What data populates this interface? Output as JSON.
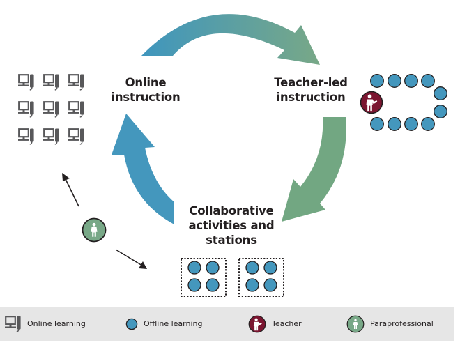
{
  "diagram": {
    "title": "Station rotation cycle",
    "stages": [
      {
        "id": "online",
        "lines": [
          "Online",
          "instruction"
        ]
      },
      {
        "id": "teacher_led",
        "lines": [
          "Teacher-led",
          "instruction"
        ]
      },
      {
        "id": "collaborative",
        "lines": [
          "Collaborative",
          "activities and",
          "stations"
        ]
      }
    ],
    "flow": [
      {
        "from": "online",
        "to": "teacher_led",
        "color_start": "#3f96be",
        "color_end": "#78a887"
      },
      {
        "from": "teacher_led",
        "to": "collaborative",
        "color": "#72a782"
      },
      {
        "from": "collaborative",
        "to": "online",
        "color": "#4497bd"
      }
    ],
    "groups": {
      "computer_grid": {
        "rows": 3,
        "cols": 3,
        "icon": "computer-icon"
      },
      "teacher_table": {
        "students": 10,
        "icon": "teacher-icon"
      },
      "stations": [
        {
          "students": 4
        },
        {
          "students": 4
        }
      ],
      "paraprofessional": {
        "icon": "paraprofessional-icon",
        "moves_between": [
          "online",
          "collaborative"
        ]
      }
    }
  },
  "legend": {
    "items": [
      {
        "icon": "computer-icon",
        "label": "Online learning"
      },
      {
        "icon": "student-circle-icon",
        "label": "Offline learning"
      },
      {
        "icon": "teacher-icon",
        "label": "Teacher"
      },
      {
        "icon": "paraprofessional-icon",
        "label": "Paraprofessional"
      }
    ]
  },
  "colors": {
    "student": "#4497bd",
    "teacher": "#7b1530",
    "paraprofessional": "#78a887",
    "computer": "#58585a",
    "legend_bg": "#e6e6e6"
  }
}
